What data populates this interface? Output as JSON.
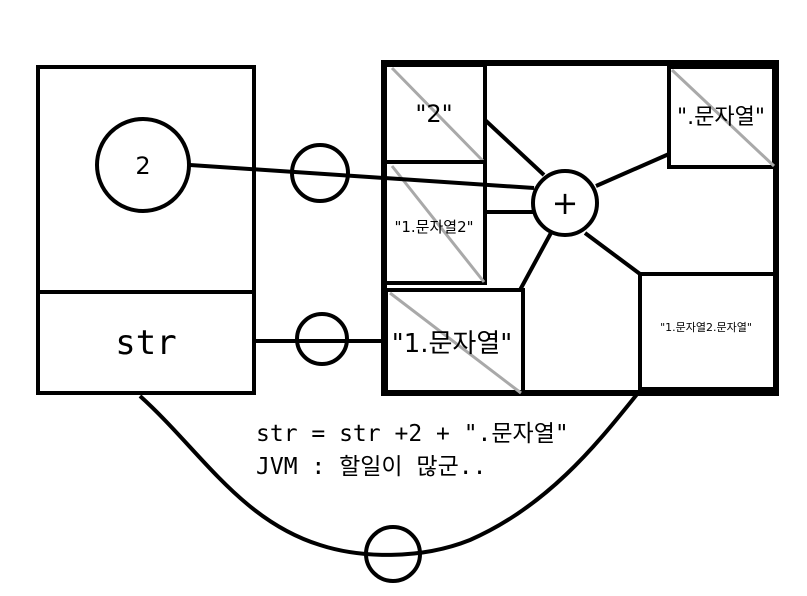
{
  "colors": {
    "stroke": "#000000",
    "strike": "#a9a9a9",
    "background": "#ffffff"
  },
  "stack": {
    "value_circle": "2",
    "variable": "str"
  },
  "heap": {
    "literal_two": "\"2\"",
    "intermediate": "\"1.문자열2\"",
    "suffix_literal": "\".문자열\"",
    "original": "\"1.문자열\"",
    "result": "\"1.문자열2.문자열\"",
    "operator": "+"
  },
  "caption": {
    "code": "str = str +2 + \".문자열\"",
    "note": "JVM : 할일이 많군.."
  }
}
